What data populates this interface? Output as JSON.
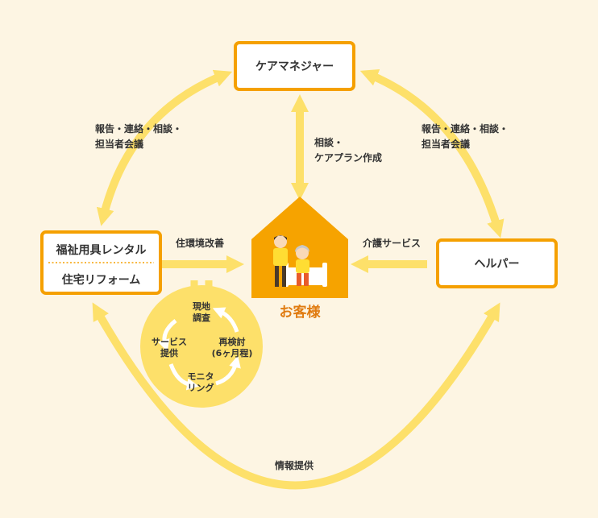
{
  "nodes": {
    "care_manager": "ケアマネジャー",
    "rental": "福祉用具レンタル",
    "reform": "住宅リフォーム",
    "helper": "ヘルパー",
    "customer": "お客様"
  },
  "labels": {
    "left_report_1": "報告・連絡・相談・",
    "left_report_2": "担当者会議",
    "right_report_1": "報告・連絡・相談・",
    "right_report_2": "担当者会議",
    "consult_1": "相談・",
    "consult_2": "ケアプラン作成",
    "housing": "住環境改善",
    "care_service": "介護サービス",
    "info": "情報提供"
  },
  "cycle": {
    "survey_1": "現地",
    "survey_2": "調査",
    "review_1": "再検討",
    "review_2": "(6ヶ月程)",
    "monitor_1": "モニタ",
    "monitor_2": "リング",
    "service_1": "サービス",
    "service_2": "提供"
  },
  "colors": {
    "background": "#fdf5e3",
    "box_border": "#f5a000",
    "arrow": "#fde06a",
    "house": "#f6a300",
    "cycle_circle": "#fde06a",
    "customer_text": "#e07b10"
  }
}
